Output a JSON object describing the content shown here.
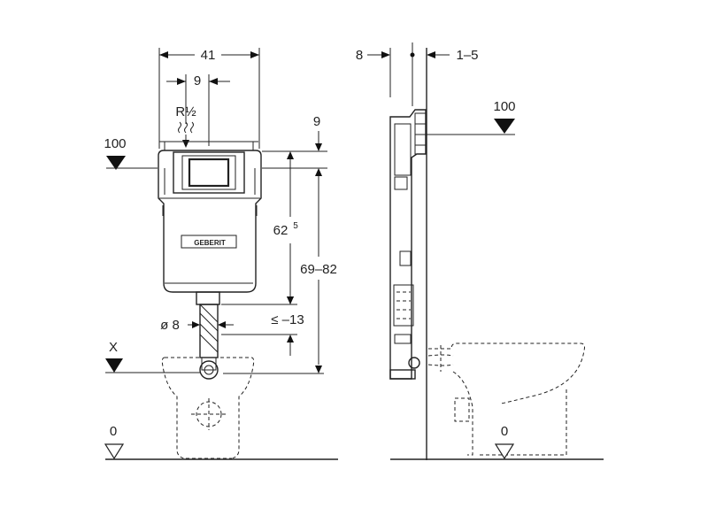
{
  "front": {
    "width_total": "41",
    "width_inlet": "9",
    "inlet_thread": "R½",
    "top_offset": "9",
    "level_top": "100",
    "height_base": "62",
    "height_sup": "5",
    "height_range": "69–82",
    "pipe_diameter": "ø 8",
    "pipe_offset": "≤ –13",
    "level_x": "X",
    "level_floor": "0",
    "brand": "GEBERIT"
  },
  "side": {
    "depth": "8",
    "gap": "1–5",
    "level_top": "100",
    "level_floor": "0"
  }
}
